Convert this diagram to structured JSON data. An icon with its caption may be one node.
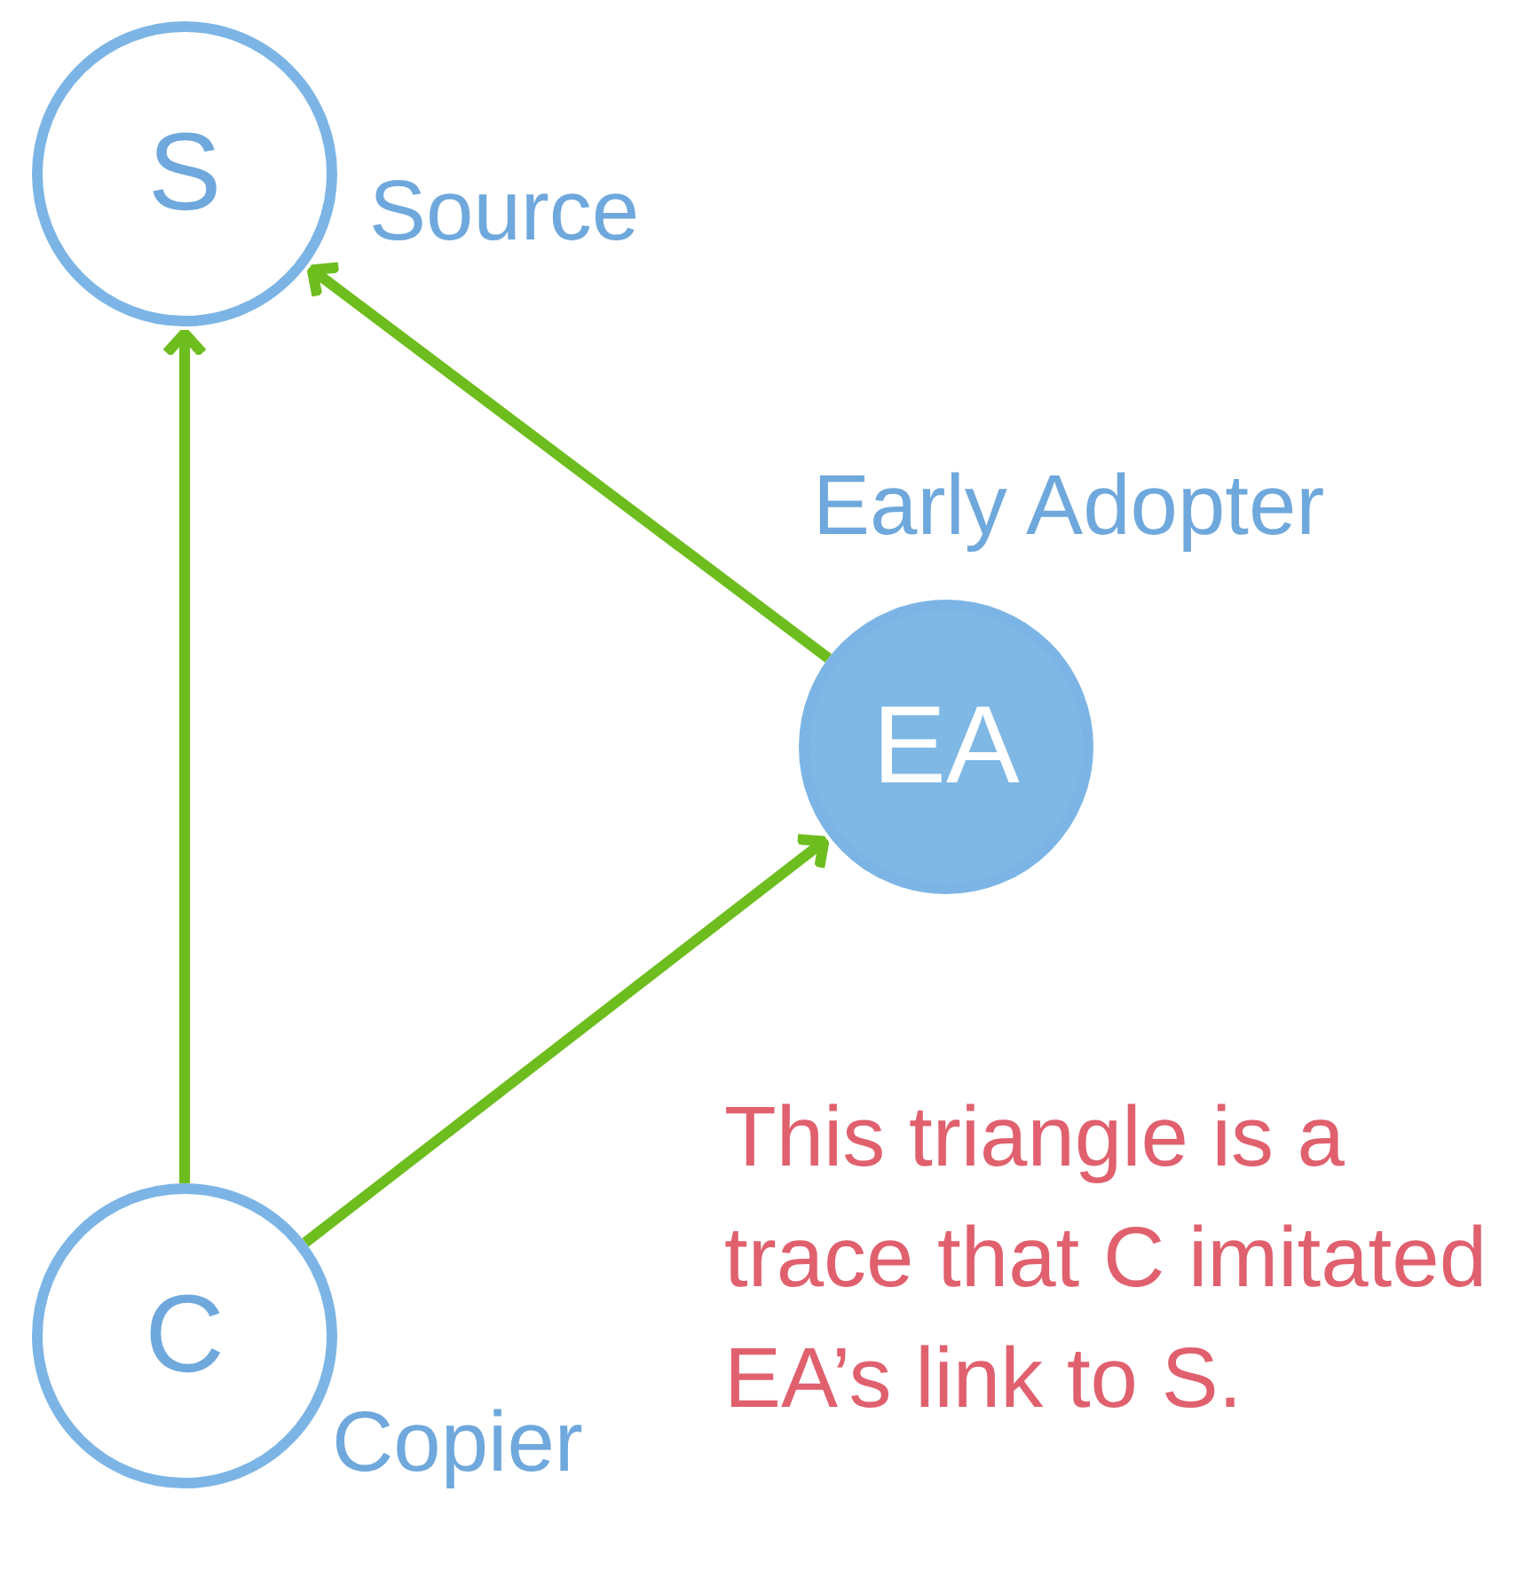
{
  "diagram": {
    "nodes": [
      {
        "text": [
          "S"
        ],
        "beside": [
          "Source"
        ]
      },
      {
        "text": [
          "EA"
        ],
        "beside": [
          "Early Adopter"
        ]
      },
      {
        "text": [
          "C"
        ],
        "beside": [
          "Copier"
        ]
      }
    ],
    "edges": [
      {
        "from": 2,
        "to": 0,
        "arrow": "to"
      },
      {
        "from": 1,
        "to": 0,
        "arrow": "to"
      },
      {
        "from": 2,
        "to": 1,
        "arrow": "to"
      }
    ],
    "labels": [
      "This triangle is a trace that C imitated EA’s link to S."
    ]
  }
}
